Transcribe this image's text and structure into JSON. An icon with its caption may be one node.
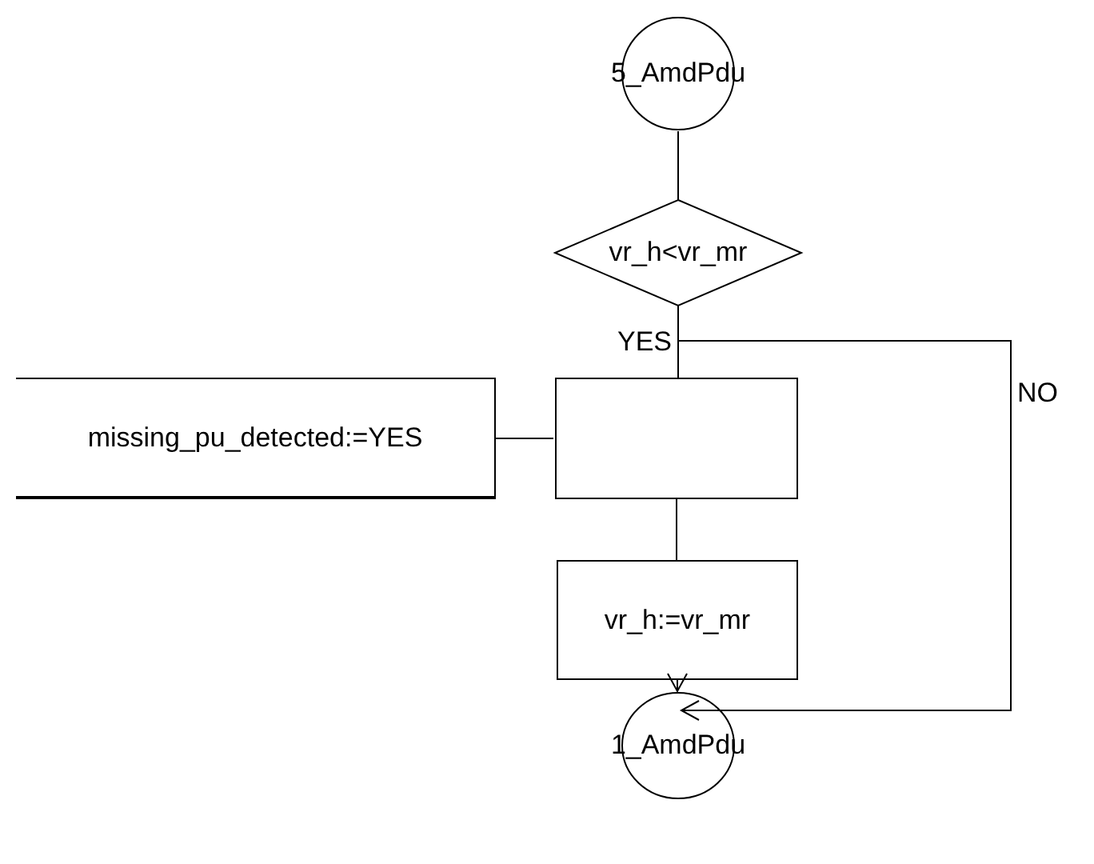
{
  "diagram": {
    "nodes": [
      {
        "text": [
          "5_AmdPdu"
        ]
      },
      {
        "text": [
          "vr_h<vr_mr"
        ]
      },
      {
        "text": [],
        "shape": "box"
      },
      {
        "text": [
          "missing_pu_detected:=YES"
        ]
      },
      {
        "text": [
          "vr_h:=vr_mr"
        ]
      },
      {
        "text": [
          "1_AmdPdu"
        ]
      }
    ],
    "edges": [
      {
        "from": 0,
        "to": 1,
        "arrow": "none"
      },
      {
        "from": 1,
        "to": 2,
        "arrow": "none",
        "label": "YES"
      },
      {
        "from": 3,
        "to": 2,
        "arrow": "none"
      },
      {
        "from": 2,
        "to": 4,
        "arrow": "none"
      },
      {
        "from": 4,
        "to": 5,
        "arrow": "to"
      },
      {
        "from": 1,
        "to": 5,
        "arrow": "to",
        "label": "NO"
      }
    ]
  }
}
